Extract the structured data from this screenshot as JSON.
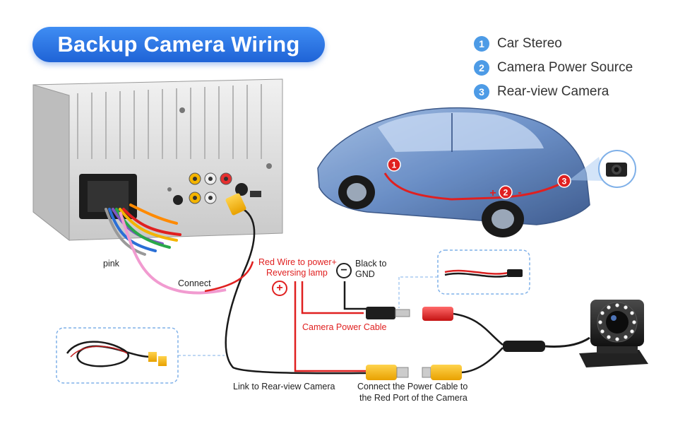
{
  "title": "Backup Camera Wiring",
  "legend": [
    {
      "number": "1",
      "label": "Car Stereo"
    },
    {
      "number": "2",
      "label": "Camera Power Source"
    },
    {
      "number": "3",
      "label": "Rear-view Camera"
    }
  ],
  "car_markers": {
    "m1": "1",
    "m2": "2",
    "m3": "3",
    "plus": "+",
    "minus": "-"
  },
  "labels": {
    "pink": "pink",
    "connect": "Connect",
    "red_wire_line1": "Red Wire to power+",
    "red_wire_line2": "Reversing lamp",
    "black_line1": "Black to",
    "black_line2": "GND",
    "camera_power_cable": "Camera Power Cable",
    "link_rear_camera": "Link to Rear-view Camera",
    "connect_power_line1": "Connect the Power Cable to",
    "connect_power_line2": "the Red Port of the Camera",
    "plus_symbol": "+",
    "minus_symbol": "−"
  },
  "colors": {
    "title_blue": "#1f63d6",
    "legend_blue": "#4d9be6",
    "red_wire": "#e02020",
    "black_wire": "#1a1a1a",
    "pink_wire": "#f19bd0",
    "rca_yellow": "#f4b400"
  }
}
